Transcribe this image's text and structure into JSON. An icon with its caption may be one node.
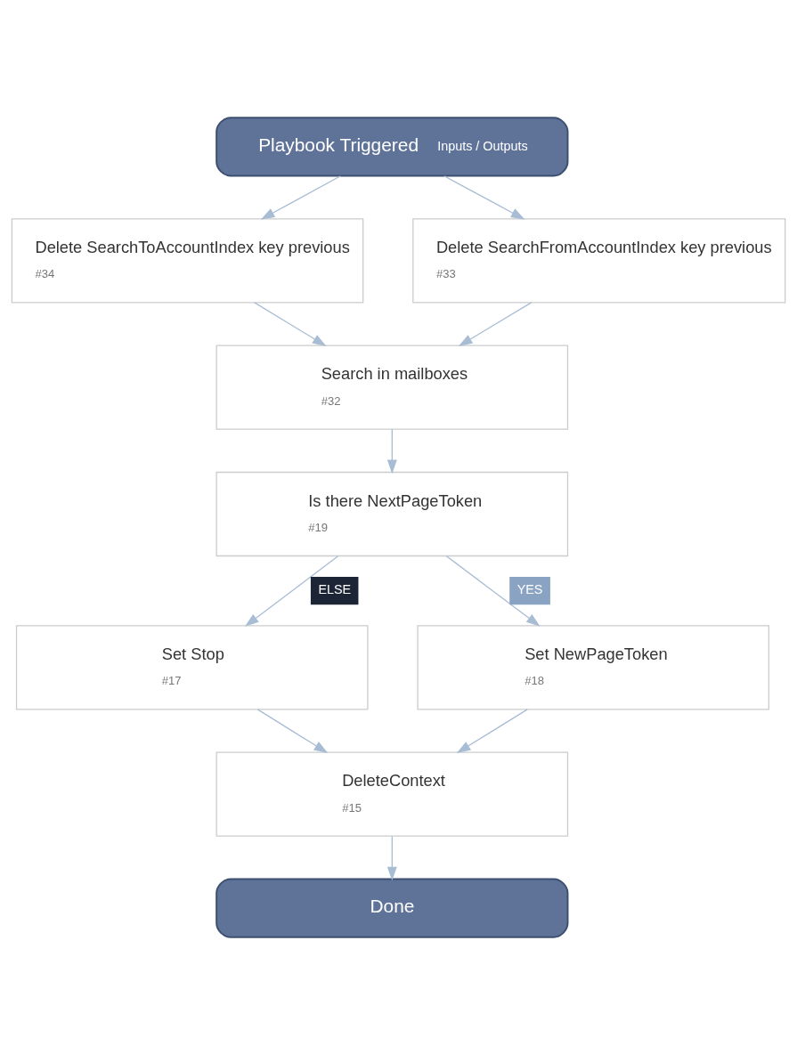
{
  "diagram": {
    "nodes": [
      {
        "text": [
          "Playbook Triggered",
          "Inputs / Outputs"
        ]
      },
      {
        "text": [
          "Delete SearchToAccountIndex key previous",
          "#34"
        ]
      },
      {
        "text": [
          "Delete SearchFromAccountIndex key previous",
          "#33"
        ]
      },
      {
        "text": [
          "Search in mailboxes",
          "#32"
        ]
      },
      {
        "text": [
          "Is there NextPageToken",
          "#19"
        ]
      },
      {
        "text": [
          "Set Stop",
          "#17"
        ]
      },
      {
        "text": [
          "Set NewPageToken",
          "#18"
        ]
      },
      {
        "text": [
          "DeleteContext",
          "#15"
        ]
      },
      {
        "text": [
          "Done"
        ]
      }
    ],
    "edges": [
      {
        "from": 0,
        "to": 1,
        "arrow": "to"
      },
      {
        "from": 0,
        "to": 2,
        "arrow": "to"
      },
      {
        "from": 1,
        "to": 3,
        "arrow": "to"
      },
      {
        "from": 2,
        "to": 3,
        "arrow": "to"
      },
      {
        "from": 3,
        "to": 4,
        "arrow": "to"
      },
      {
        "from": 4,
        "to": 5,
        "arrow": "to",
        "label": "ELSE"
      },
      {
        "from": 4,
        "to": 6,
        "arrow": "to",
        "label": "YES"
      },
      {
        "from": 5,
        "to": 7,
        "arrow": "to"
      },
      {
        "from": 6,
        "to": 7,
        "arrow": "to"
      },
      {
        "from": 7,
        "to": 8,
        "arrow": "to"
      }
    ]
  }
}
